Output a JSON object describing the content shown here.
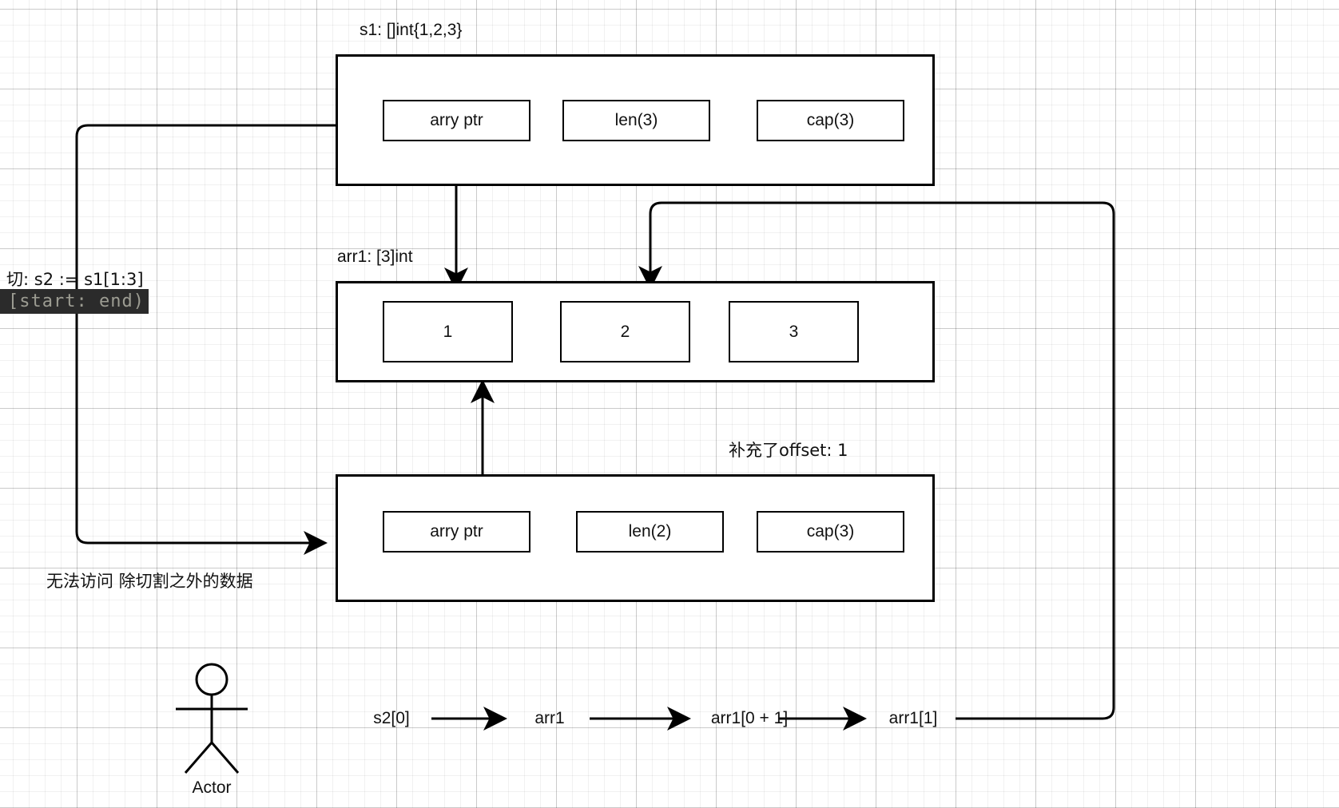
{
  "diagram": {
    "title_s1": "s1: []int{1,2,3}",
    "title_arr1": "arr1: [3]int",
    "note_offset": "补充了offset: 1",
    "note_slice_expr": "切:  s2 := s1[1:3]",
    "code_badge": "[start: end)",
    "note_no_access": "无法访问 除切割之外的数据"
  },
  "slice_header_s1": {
    "fields": [
      {
        "label": "arry ptr"
      },
      {
        "label": "len(3)"
      },
      {
        "label": "cap(3)"
      }
    ]
  },
  "array_arr1": {
    "cells": [
      {
        "value": "1"
      },
      {
        "value": "2"
      },
      {
        "value": "3"
      }
    ]
  },
  "slice_header_s2": {
    "fields": [
      {
        "label": "arry ptr"
      },
      {
        "label": "len(2)"
      },
      {
        "label": "cap(3)"
      }
    ]
  },
  "flow_chain": {
    "steps": [
      {
        "label": "s2[0]"
      },
      {
        "label": "arr1"
      },
      {
        "label": "arr1[0 + 1]"
      },
      {
        "label": "arr1[1]"
      }
    ]
  },
  "actor": {
    "label": "Actor"
  },
  "colors": {
    "stroke": "#000000",
    "box_fill": "#ffffff",
    "badge_bg": "#2b2b2b",
    "badge_fg": "#9c9c92",
    "grid_minor": "#ededed",
    "grid_major": "#d6d6d6",
    "text": "#111111"
  }
}
